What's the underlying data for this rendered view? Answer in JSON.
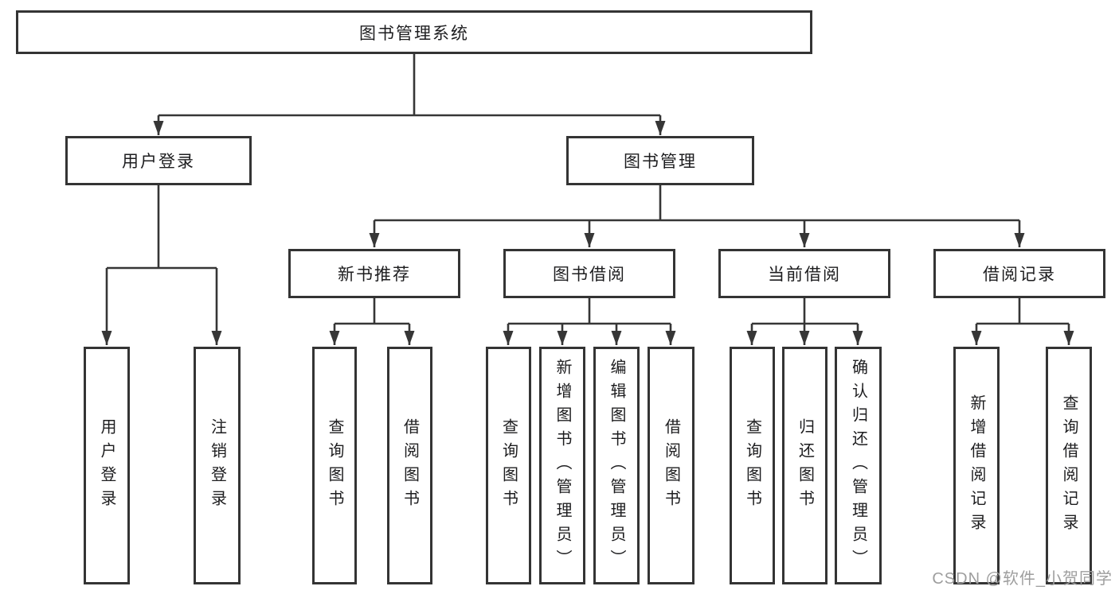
{
  "diagram": {
    "tree": {
      "label": "图书管理系统",
      "children": [
        {
          "label": "用户登录",
          "children": [
            {
              "label": "用户登录"
            },
            {
              "label": "注销登录"
            }
          ]
        },
        {
          "label": "图书管理",
          "children": [
            {
              "label": "新书推荐",
              "children": [
                {
                  "label": "查询图书"
                },
                {
                  "label": "借阅图书"
                }
              ]
            },
            {
              "label": "图书借阅",
              "children": [
                {
                  "label": "查询图书"
                },
                {
                  "label": "新增图书（管理员）"
                },
                {
                  "label": "编辑图书（管理员）"
                },
                {
                  "label": "借阅图书"
                }
              ]
            },
            {
              "label": "当前借阅",
              "children": [
                {
                  "label": "查询图书"
                },
                {
                  "label": "归还图书"
                },
                {
                  "label": "确认归还（管理员）"
                }
              ]
            },
            {
              "label": "借阅记录",
              "children": [
                {
                  "label": "新增借阅记录"
                },
                {
                  "label": "查询借阅记录"
                }
              ]
            }
          ]
        }
      ]
    },
    "colors": {
      "line": "#363636",
      "box_border": "#343434",
      "text": "#1d1d1f",
      "watermark": "#9e9e9e",
      "background": "#ffffff"
    }
  },
  "watermark": {
    "text": "CSDN @软件_小贺同学"
  }
}
